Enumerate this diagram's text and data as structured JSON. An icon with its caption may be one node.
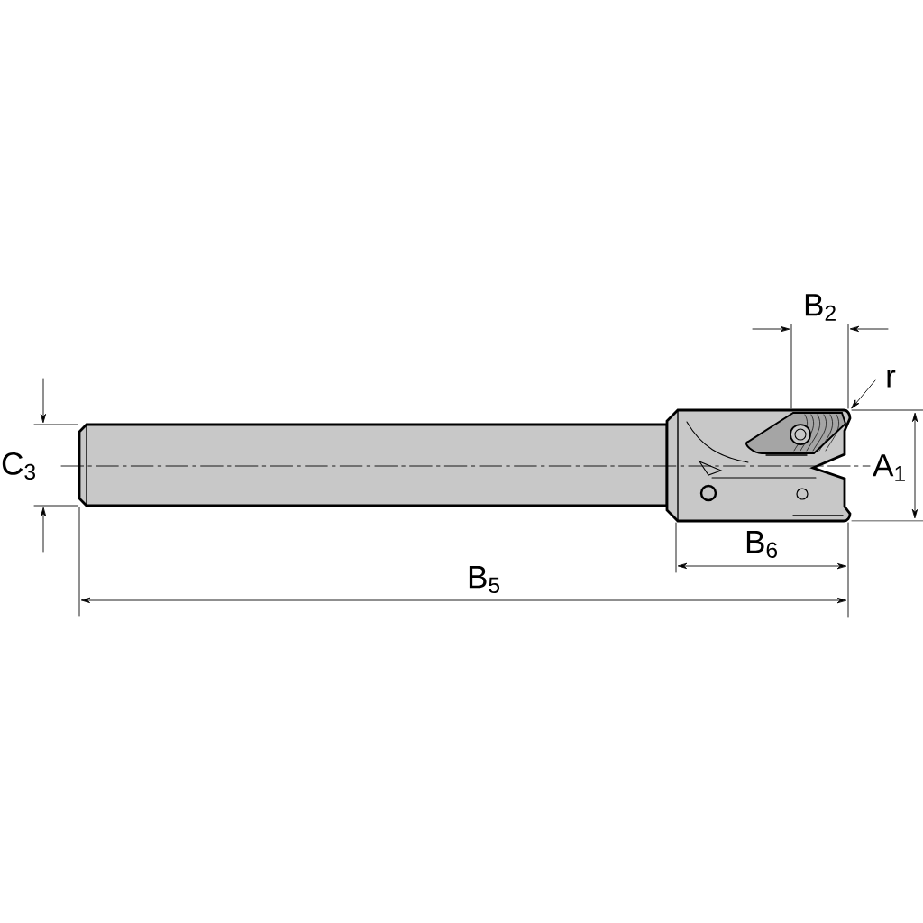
{
  "diagram": {
    "labels": [
      "B$_{2}$",
      "r",
      "C$_{3}$",
      "A$_{1}$",
      "B$_{6}$",
      "B$_{5}$"
    ]
  }
}
